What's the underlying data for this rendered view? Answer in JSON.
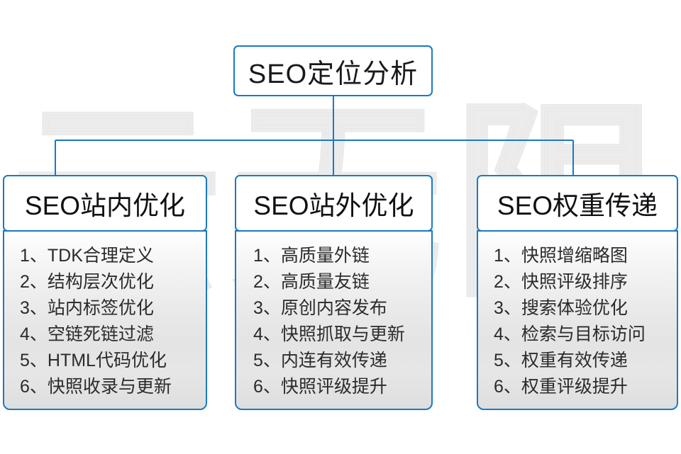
{
  "diagram": {
    "type": "tree",
    "accent_color": "#1b79c4",
    "background_color": "#ffffff",
    "body_fill": "#e7e7e7",
    "text_color": "#2b2b2b",
    "watermark_text": "云无限",
    "root": {
      "label": "SEO定位分析"
    },
    "branches": [
      {
        "header": "SEO站内优化",
        "items": [
          "1、TDK合理定义",
          "2、结构层次优化",
          "3、站内标签优化",
          "4、空链死链过滤",
          "5、HTML代码优化",
          "6、快照收录与更新"
        ]
      },
      {
        "header": "SEO站外优化",
        "items": [
          "1、高质量外链",
          "2、高质量友链",
          "3、原创内容发布",
          "4、快照抓取与更新",
          "5、内连有效传递",
          "6、快照评级提升"
        ]
      },
      {
        "header": "SEO权重传递",
        "items": [
          "1、快照增缩略图",
          "2、快照评级排序",
          "3、搜索体验优化",
          "4、检索与目标访问",
          "5、权重有效传递",
          "6、权重评级提升"
        ]
      }
    ]
  }
}
